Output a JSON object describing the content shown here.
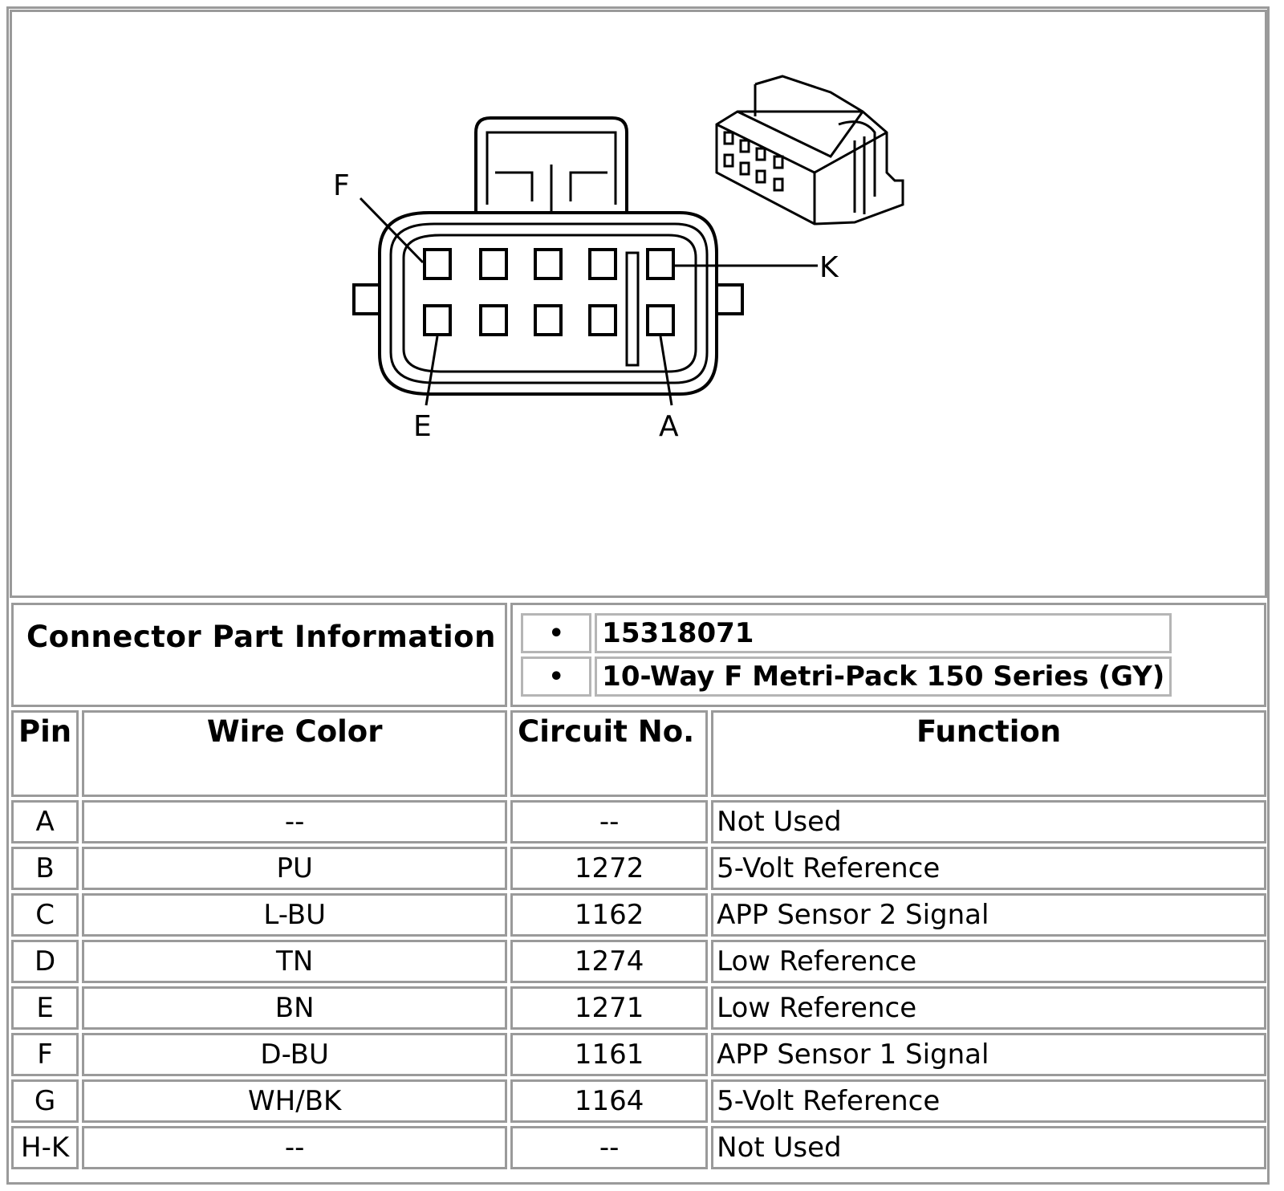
{
  "diagram": {
    "pin_labels": {
      "F": "F",
      "K": "K",
      "E": "E",
      "A": "A"
    }
  },
  "part_info": {
    "label": "Connector Part Information",
    "bullet": "•",
    "items": [
      "15318071",
      "10-Way F Metri-Pack 150 Series (GY)"
    ]
  },
  "table": {
    "headers": {
      "pin": "Pin",
      "wire_color": "Wire Color",
      "circuit": "Circuit No.",
      "function": "Function"
    },
    "rows": [
      {
        "pin": "A",
        "wire_color": "--",
        "circuit": "--",
        "function": "Not Used"
      },
      {
        "pin": "B",
        "wire_color": "PU",
        "circuit": "1272",
        "function": "5-Volt Reference"
      },
      {
        "pin": "C",
        "wire_color": "L-BU",
        "circuit": "1162",
        "function": "APP Sensor 2 Signal"
      },
      {
        "pin": "D",
        "wire_color": "TN",
        "circuit": "1274",
        "function": "Low Reference"
      },
      {
        "pin": "E",
        "wire_color": "BN",
        "circuit": "1271",
        "function": "Low Reference"
      },
      {
        "pin": "F",
        "wire_color": "D-BU",
        "circuit": "1161",
        "function": "APP Sensor 1 Signal"
      },
      {
        "pin": "G",
        "wire_color": "WH/BK",
        "circuit": "1164",
        "function": "5-Volt Reference"
      },
      {
        "pin": "H-K",
        "wire_color": "--",
        "circuit": "--",
        "function": "Not Used"
      }
    ]
  }
}
